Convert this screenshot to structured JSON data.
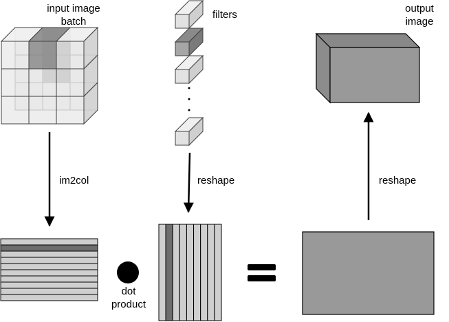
{
  "labels": {
    "input_line1": "input image",
    "input_line2": "batch",
    "filters": "filters",
    "output_line1": "output",
    "output_line2": "image",
    "im2col": "im2col",
    "reshape_filters": "reshape",
    "reshape_output": "reshape",
    "dot_line1": "dot",
    "dot_line2": "product"
  },
  "colors": {
    "light_face": "#e2e2e2",
    "light_top": "#f0f0f0",
    "light_side": "#cfcfcf",
    "dark_face": "#a6a6a6",
    "dark_top": "#8a8a8a",
    "dark_side": "#7a7a7a",
    "stroke": "#404040",
    "matrix_light": "#cfcfcf",
    "matrix_dark": "#6e6e6e",
    "output_fill": "#999999",
    "output_side": "#8c8c8c",
    "output_top": "#888888"
  }
}
